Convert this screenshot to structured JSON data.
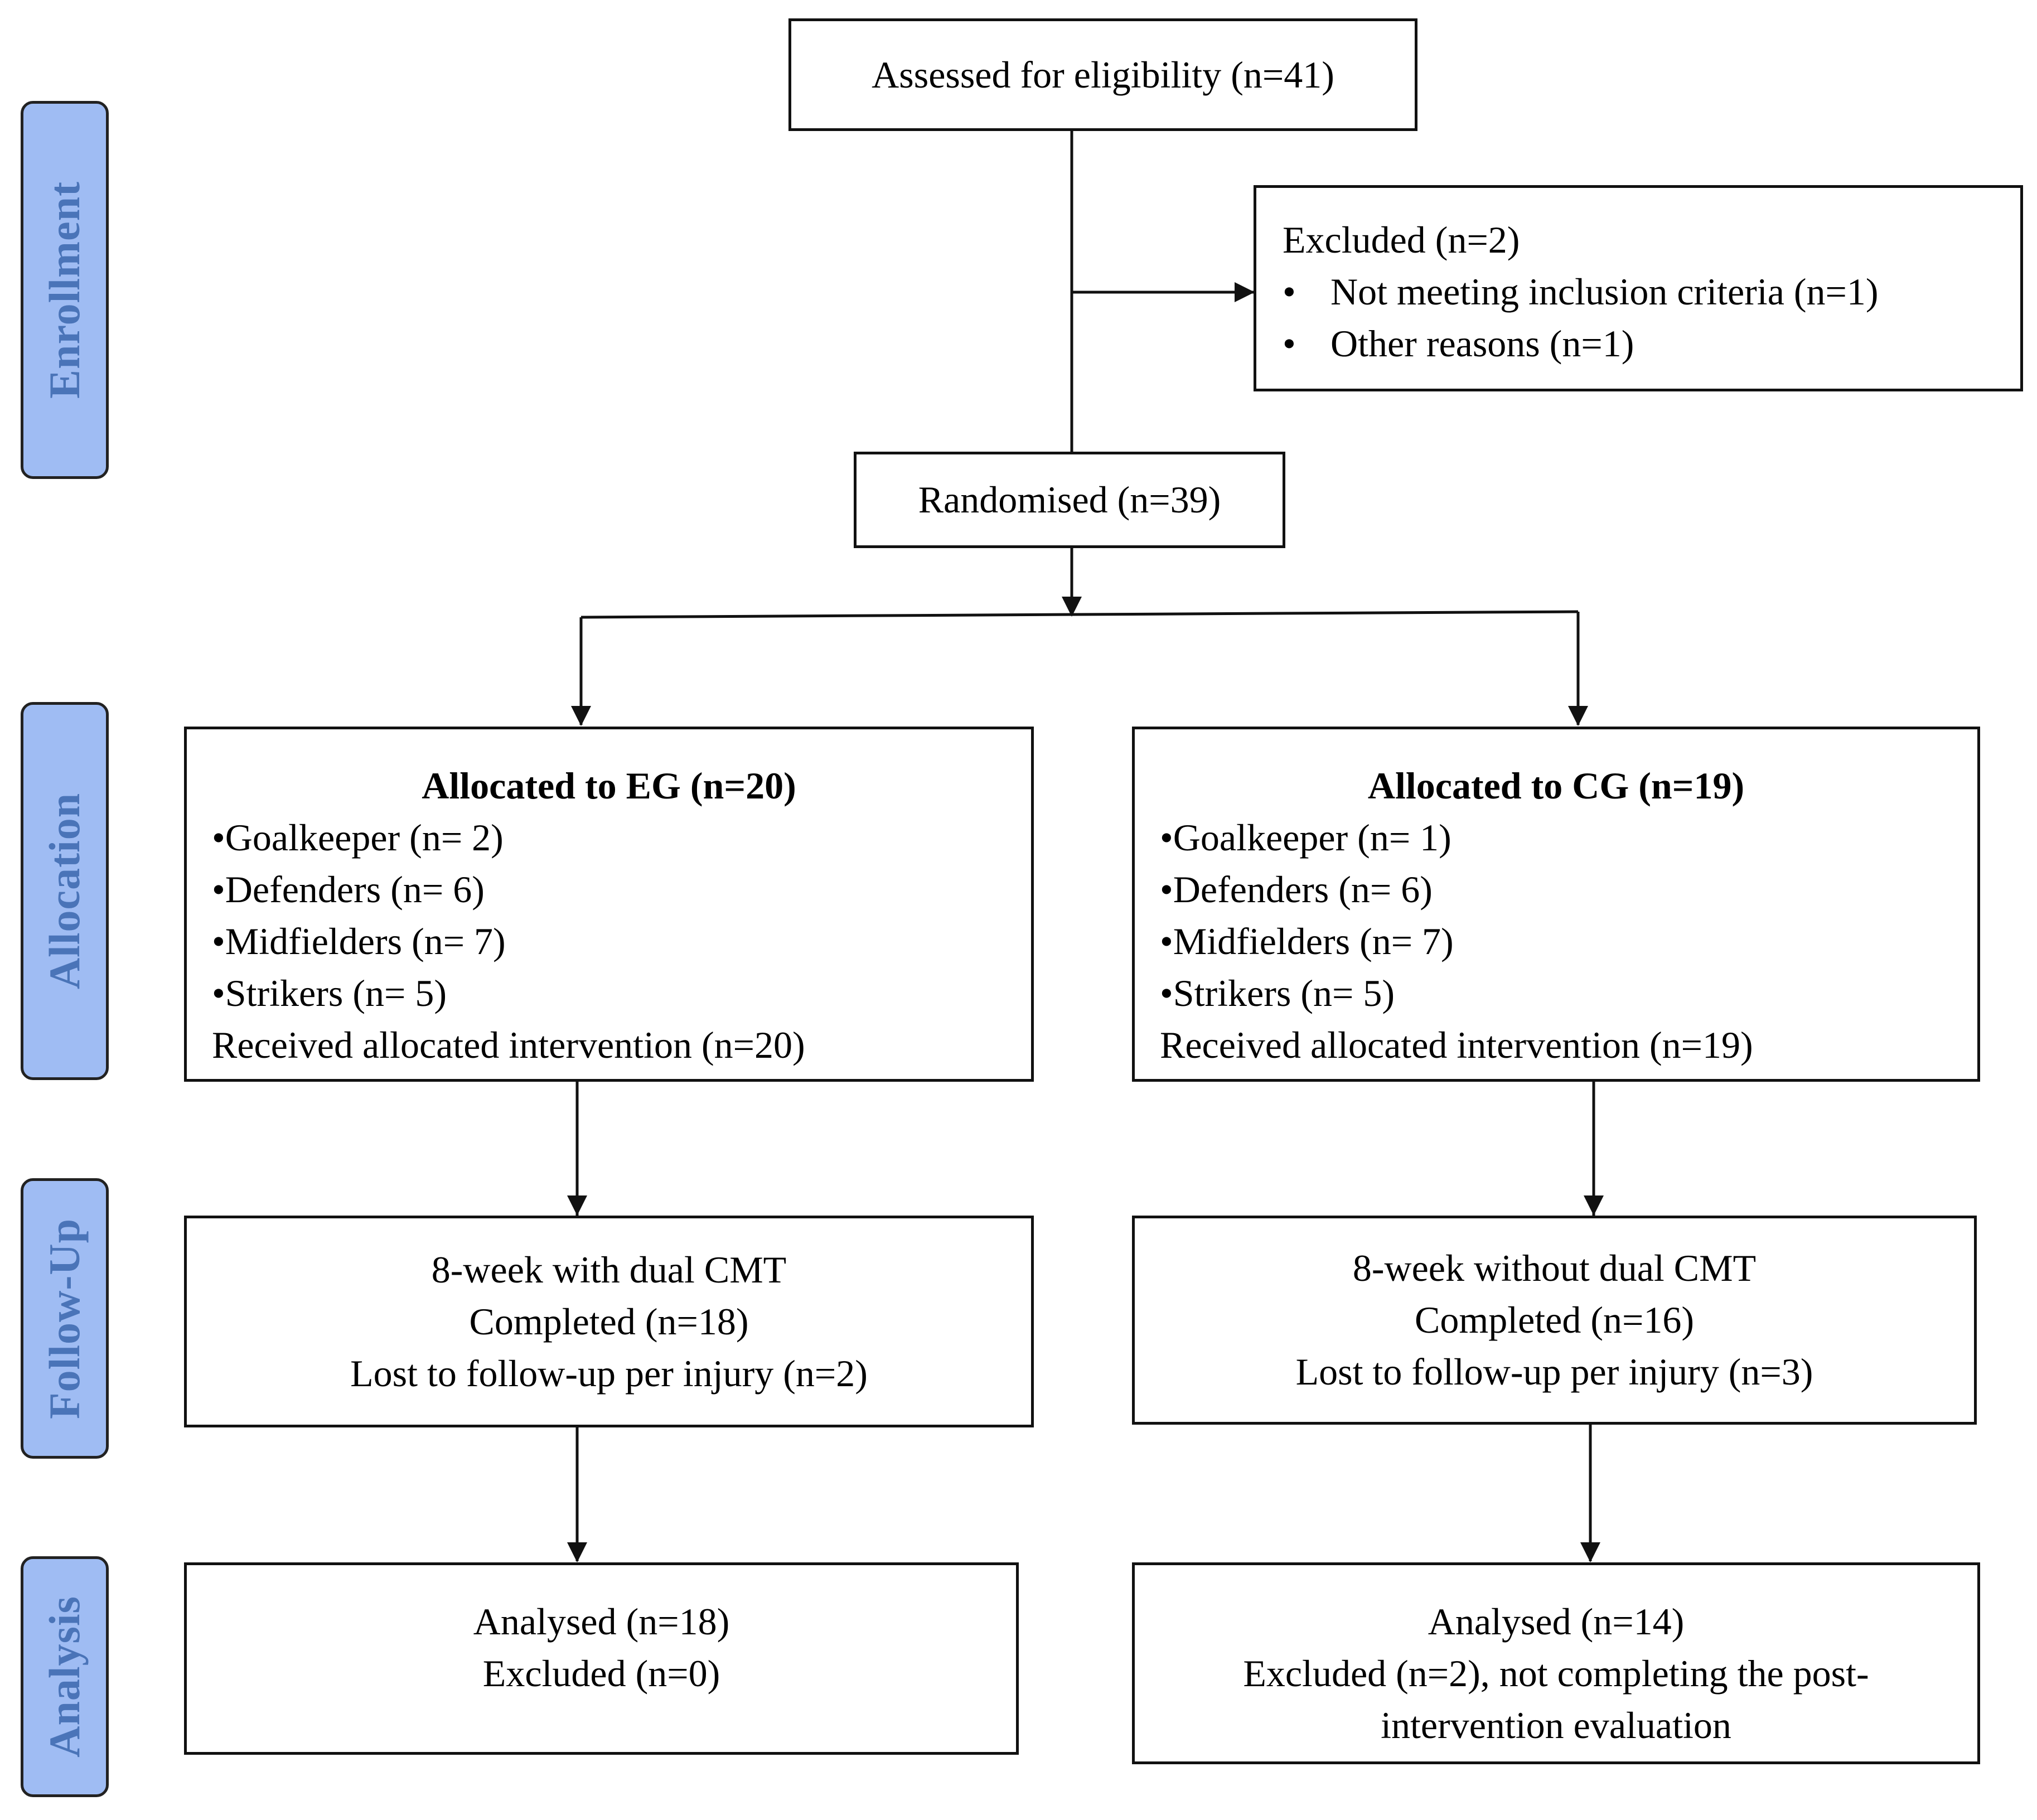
{
  "stages": {
    "enrollment": "Enrollment",
    "allocation": "Allocation",
    "follow_up": "Follow-Up",
    "analysis": "Analysis"
  },
  "assessed": "Assessed for eligibility (n=41)",
  "excluded": {
    "title": "Excluded (n=2)",
    "bullet_char": "•",
    "items": [
      "Not meeting inclusion criteria (n=1)",
      "Other reasons (n=1)"
    ]
  },
  "randomised": "Randomised (n=39)",
  "eg": {
    "allocation_title": "Allocated to EG (n=20)",
    "positions": [
      "•Goalkeeper (n= 2)",
      "•Defenders (n= 6)",
      "•Midfielders (n= 7)",
      "•Strikers (n= 5)"
    ],
    "received": "Received allocated intervention (n=20)",
    "follow_up": [
      "8-week with dual CMT",
      "Completed (n=18)",
      "Lost to follow-up per injury (n=2)"
    ],
    "analysis": [
      "Analysed (n=18)",
      "Excluded (n=0)"
    ]
  },
  "cg": {
    "allocation_title": "Allocated to CG (n=19)",
    "positions": [
      "•Goalkeeper (n= 1)",
      "•Defenders (n= 6)",
      "•Midfielders (n= 7)",
      "•Strikers (n= 5)"
    ],
    "received": "Received allocated intervention (n=19)",
    "follow_up": [
      "8-week without dual CMT",
      "Completed (n=16)",
      "Lost to follow-up per injury (n=3)"
    ],
    "analysis": [
      "Analysed (n=14)",
      "Excluded (n=2), not completing the post-",
      "intervention evaluation"
    ]
  }
}
